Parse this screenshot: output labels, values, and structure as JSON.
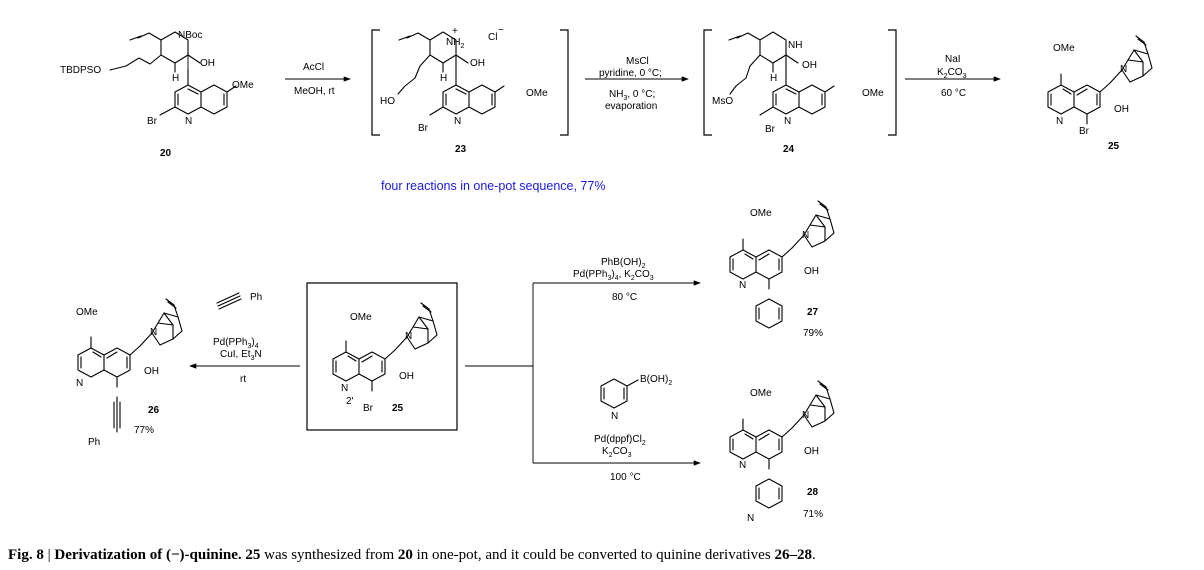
{
  "compounds": {
    "c20": {
      "id": "20",
      "labels": {
        "nboc": "NBoc",
        "h": "H",
        "oh": "OH",
        "ome": "OMe",
        "tbdpso": "TBDPSO",
        "br": "Br",
        "n": "N"
      }
    },
    "c23": {
      "id": "23",
      "labels": {
        "nh2": "NH",
        "nh2_sub": "2",
        "plus": "+",
        "cl": "Cl",
        "minus": "−",
        "h": "H",
        "oh": "OH",
        "ho": "HO",
        "ome": "OMe",
        "br": "Br",
        "n": "N"
      }
    },
    "c24": {
      "id": "24",
      "labels": {
        "nh": "NH",
        "h": "H",
        "oh": "OH",
        "mso": "MsO",
        "ome": "OMe",
        "br": "Br",
        "n": "N"
      }
    },
    "c25_top": {
      "id": "25",
      "labels": {
        "ome": "OMe",
        "n": "N",
        "oh": "OH",
        "br": "Br",
        "nq": "N"
      }
    },
    "c25_box": {
      "id": "25",
      "labels": {
        "ome": "OMe",
        "n": "N",
        "oh": "OH",
        "br": "Br",
        "pos": "2'",
        "nq": "N"
      }
    },
    "c26": {
      "id": "26",
      "yield": "77%",
      "labels": {
        "ome": "OMe",
        "n": "N",
        "oh": "OH",
        "ph": "Ph",
        "nq": "N"
      }
    },
    "c27": {
      "id": "27",
      "yield": "79%",
      "labels": {
        "ome": "OMe",
        "n": "N",
        "oh": "OH",
        "nq": "N"
      }
    },
    "c28": {
      "id": "28",
      "yield": "71%",
      "labels": {
        "ome": "OMe",
        "n": "N",
        "oh": "OH",
        "npy": "N",
        "nq": "N"
      }
    }
  },
  "arrows": {
    "a1": {
      "above": "AcCl",
      "below": "MeOH, rt"
    },
    "a2": {
      "l1": "MsCl",
      "l2": "pyridine, 0 °C;",
      "l3_pre": "NH",
      "l3_sub": "3",
      "l3_post": ", 0 °C;",
      "l4": "evaporation"
    },
    "a3": {
      "l1": "NaI",
      "l2_pre": "K",
      "l2_sub": "2",
      "l2_post": "CO",
      "l2_sub2": "3",
      "l3": "60 °C"
    },
    "to26": {
      "reagent_ph": "Ph",
      "l1_pre": "Pd(PPh",
      "l1_sub": "3",
      "l1_post": ")",
      "l1_sub2": "4",
      "l2_pre": "CuI, Et",
      "l2_sub": "3",
      "l2_post": "N",
      "l3": "rt"
    },
    "to27": {
      "l1_pre": "PhB(OH)",
      "l1_sub": "2",
      "l2_pre": "Pd(PPh",
      "l2_sub": "3",
      "l2_mid": ")",
      "l2_sub2": "4",
      "l2_post": ", K",
      "l2_sub3": "2",
      "l2_end": "CO",
      "l2_sub4": "3",
      "l3": "80 °C"
    },
    "to28": {
      "boron": "B(OH)",
      "boron_sub": "2",
      "pyr_n": "N",
      "l1": "Pd(dppf)Cl",
      "l1_sub": "2",
      "l2_pre": "K",
      "l2_sub": "2",
      "l2_post": "CO",
      "l2_sub2": "3",
      "l3": "100 °C"
    }
  },
  "onepot_note": "four reactions in one-pot sequence, 77%",
  "caption": {
    "fig": "Fig. 8",
    "sep": " | ",
    "title": "Derivatization of (−)-quinine.",
    "t1": " ",
    "b25": "25",
    "t2": " was synthesized from ",
    "b20": "20",
    "t3": " in one-pot, and it could be converted to quinine derivatives ",
    "b2628": "26–28",
    "t4": "."
  },
  "colors": {
    "note": "#1a1ae6",
    "ink": "#000000"
  }
}
